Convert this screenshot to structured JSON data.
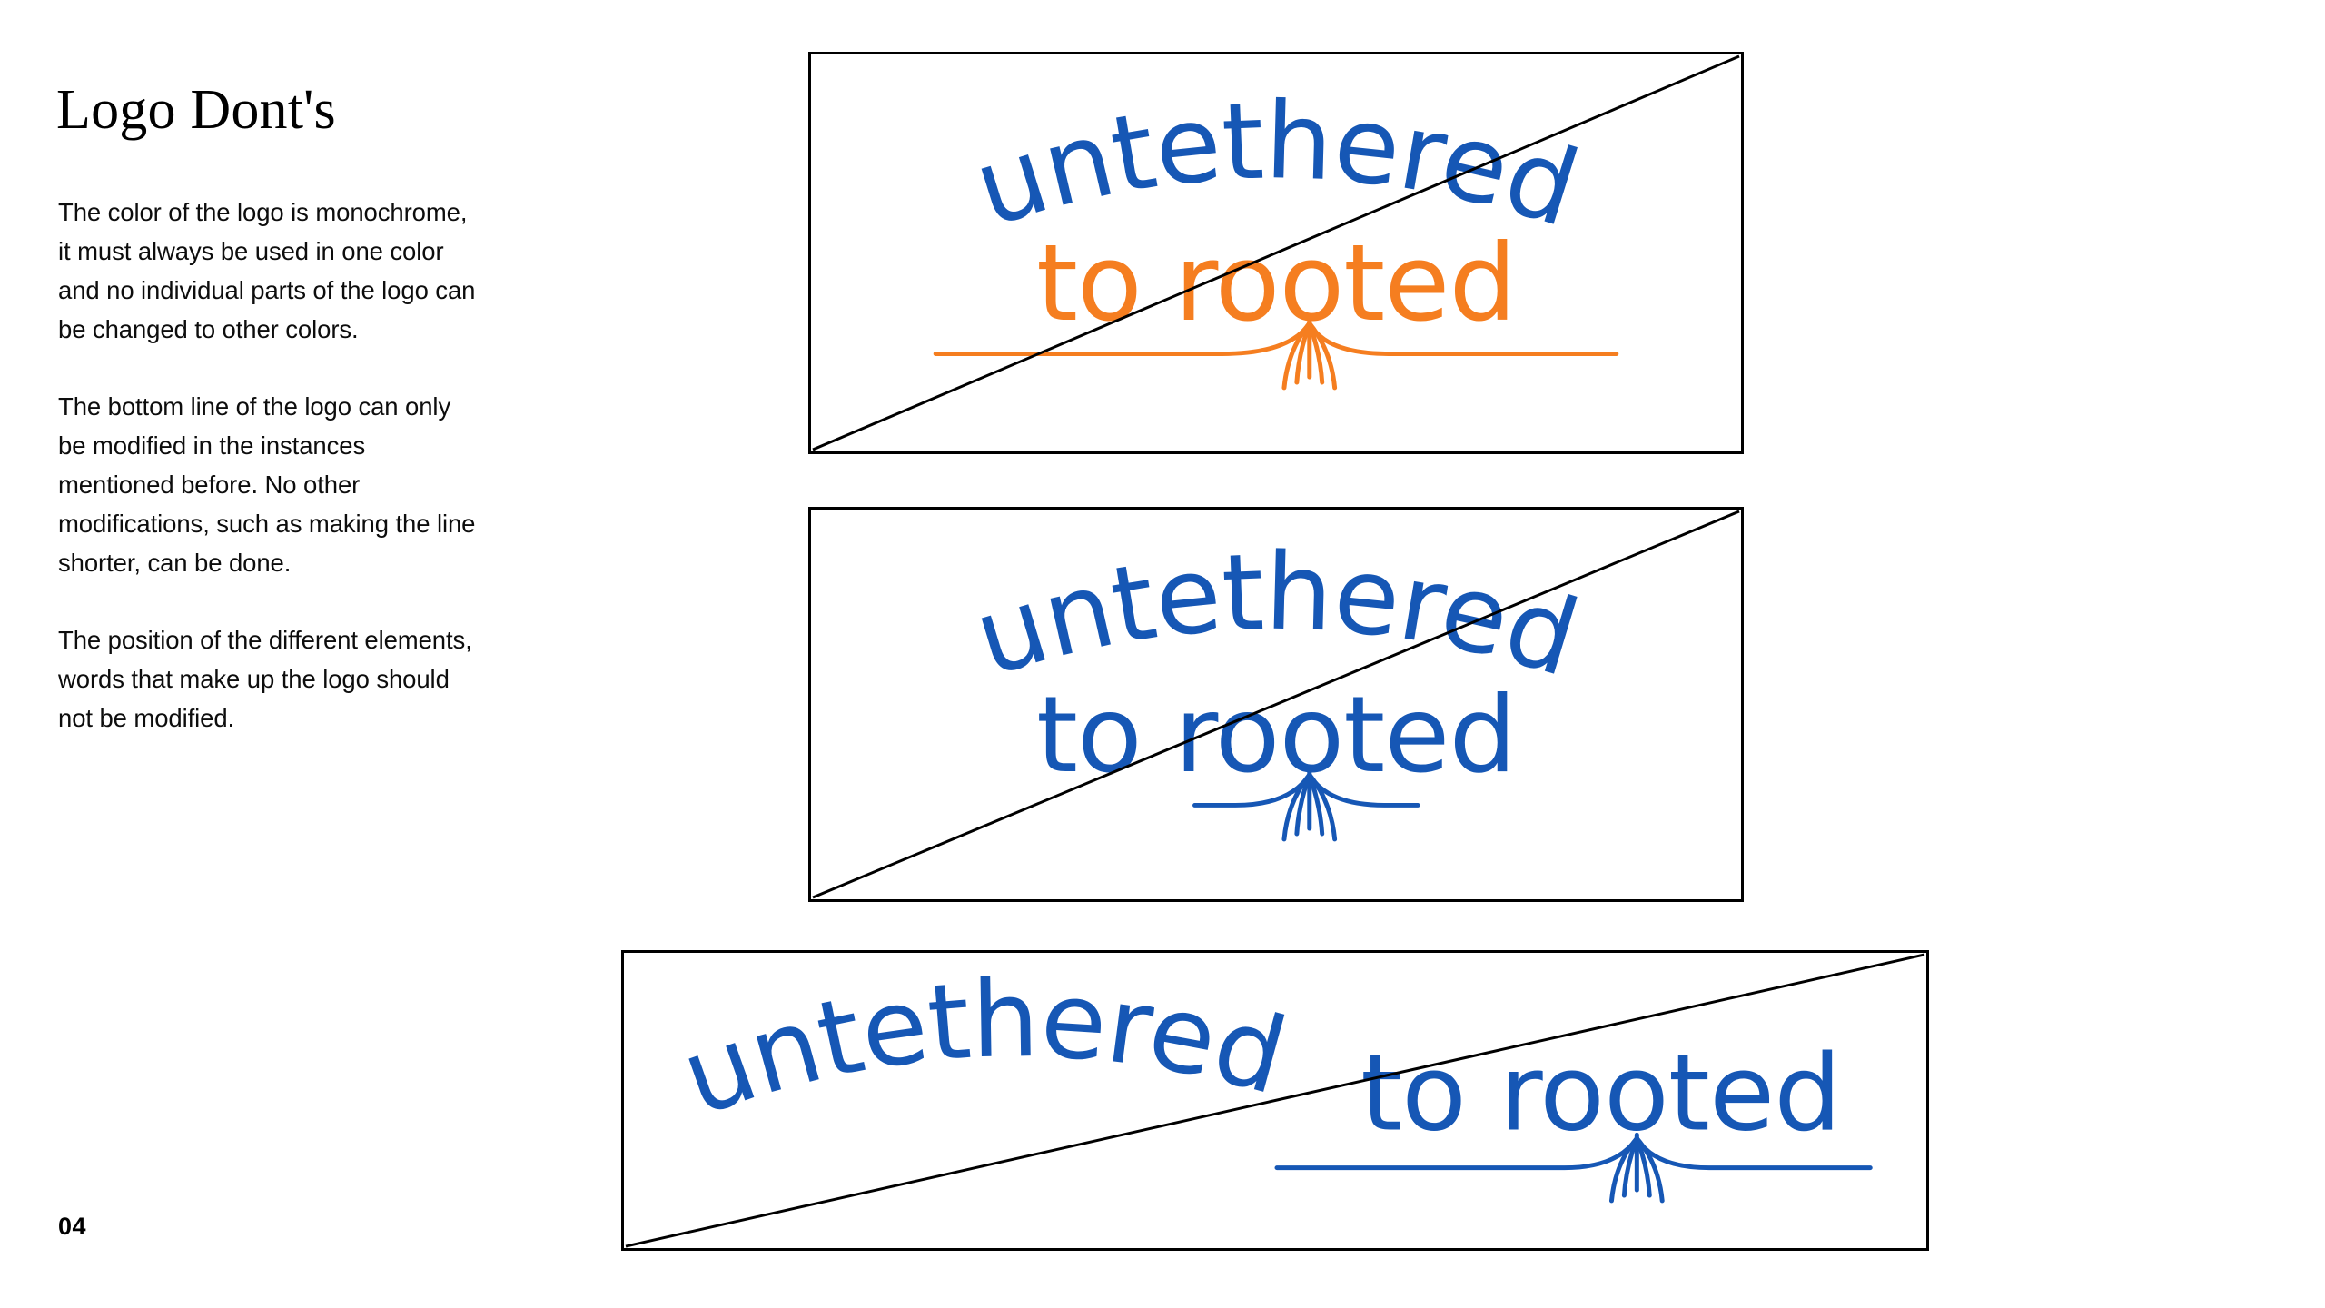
{
  "page": {
    "title": "Logo Dont's",
    "page_number": "04",
    "background_color": "#ffffff",
    "text_color": "#0d0d0d"
  },
  "body_paragraphs": [
    "The color of the logo is monochrome, it must always be used in one color and no individual parts of the logo can be changed to other colors.",
    "The bottom line of the logo can only be modified in the instances mentioned before. No other modifications, such as making the line shorter, can be done.",
    "The position of the different elements, words that make up the logo should not be modified."
  ],
  "brand_colors": {
    "blue": "#1657b5",
    "orange": "#f57e20",
    "black": "#000000"
  },
  "logo": {
    "word_top": "untethered",
    "word_bottom": "to rooted",
    "full_lockup": "untethered to rooted"
  },
  "examples": [
    {
      "id": "logo-example-1",
      "name": "two-color-logo-dont",
      "line_1": "untethered",
      "line_2": "to rooted",
      "line_1_color": "#1657b5",
      "line_2_color": "#f57e20",
      "root_color": "#f57e20",
      "crossed_out": true,
      "layout": "stacked"
    },
    {
      "id": "logo-example-2",
      "name": "shortened-baseline-dont",
      "line_1": "untethered",
      "line_2": "to rooted",
      "line_1_color": "#1657b5",
      "line_2_color": "#1657b5",
      "root_color": "#1657b5",
      "crossed_out": true,
      "layout": "stacked"
    },
    {
      "id": "logo-example-3",
      "name": "repositioned-elements-dont",
      "line_1": "untethered",
      "line_2": "to rooted",
      "line_1_color": "#1657b5",
      "line_2_color": "#1657b5",
      "root_color": "#1657b5",
      "crossed_out": true,
      "layout": "single-line"
    }
  ]
}
